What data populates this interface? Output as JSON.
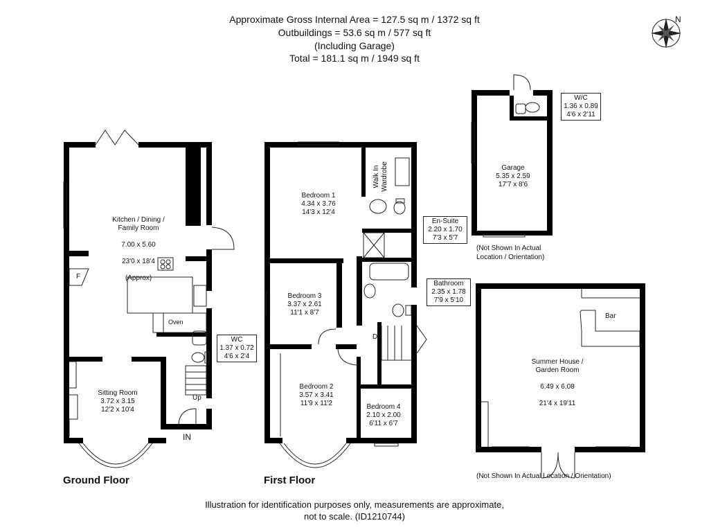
{
  "header": {
    "line1": "Approximate Gross Internal Area = 127.5 sq m / 1372 sq ft",
    "line2": "Outbuildings = 53.6 sq m / 577 sq ft",
    "line3": "(Including Garage)",
    "line4": "Total = 181.1 sq m / 1949 sq ft"
  },
  "compass": {
    "label": "N"
  },
  "floors": {
    "ground": "Ground Floor",
    "first": "First Floor"
  },
  "rooms": {
    "kitchen": {
      "name": "Kitchen / Dining /\nFamily Room",
      "metric": "7.00 x 5.60",
      "imperial": "23'0 x 18'4",
      "extra": "(Approx)"
    },
    "wc_ground": {
      "name": "WC",
      "metric": "1.37 x 0.72",
      "imperial": "4'6 x 2'4"
    },
    "sitting": {
      "name": "Sitting Room",
      "metric": "3.72 x 3.15",
      "imperial": "12'2 x 10'4"
    },
    "bedroom1": {
      "name": "Bedroom 1",
      "metric": "4.34 x 3.76",
      "imperial": "14'3 x 12'4"
    },
    "walkin": {
      "name": "Walk In\nWardrobe"
    },
    "ensuite": {
      "name": "En-Suite",
      "metric": "2.20 x 1.70",
      "imperial": "7'3 x 5'7"
    },
    "bedroom3": {
      "name": "Bedroom 3",
      "metric": "3.37 x 2.61",
      "imperial": "11'1 x 8'7"
    },
    "bathroom": {
      "name": "Bathroom",
      "metric": "2.35 x 1.78",
      "imperial": "7'9 x 5'10"
    },
    "bedroom2": {
      "name": "Bedroom 2",
      "metric": "3.57 x 3.41",
      "imperial": "11'9 x 11'2"
    },
    "bedroom4": {
      "name": "Bedroom 4",
      "metric": "2.10 x 2.00",
      "imperial": "6'11 x 6'7"
    },
    "garage": {
      "name": "Garage",
      "metric": "5.35 x 2.59",
      "imperial": "17'7 x 8'6"
    },
    "wc_garage": {
      "name": "W/C",
      "metric": "1.36 x 0.89",
      "imperial": "4'6 x 2'11"
    },
    "summer": {
      "name": "Summer House /\nGarden Room",
      "metric": "6.49 x 6.08",
      "imperial": "21'4 x 19'11"
    }
  },
  "labels": {
    "fridge": "F",
    "oven": "Oven",
    "up": "Up",
    "dn": "Dn",
    "in": "IN",
    "bar": "Bar"
  },
  "notes": {
    "garage_note": "(Not Shown In Actual\nLocation / Orientation)",
    "summer_note": "(Not Shown In Actual Location / Orientation)"
  },
  "footer": {
    "line1": "Illustration for identification purposes only, measurements are approximate,",
    "line2": "not to scale. (ID1210744)"
  }
}
